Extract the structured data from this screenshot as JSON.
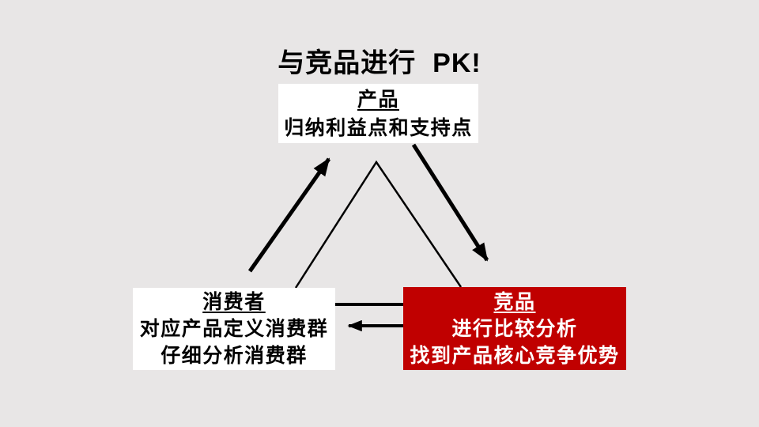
{
  "slide": {
    "title": "与竞品进行  PK!",
    "nodes": {
      "product": {
        "heading": "产品",
        "line1": "归纳利益点和支持点"
      },
      "consumer": {
        "heading": "消费者",
        "line1": "对应产品定义消费群",
        "line2": "仔细分析消费群"
      },
      "competitor": {
        "heading": "竞品",
        "line1": "进行比较分析",
        "line2": "找到产品核心竞争优势"
      }
    },
    "colors": {
      "background": "#E8E6E6",
      "node_fill": "#FFFFFF",
      "competitor_fill": "#C00000",
      "text": "#000000",
      "competitor_text": "#FFFFFF",
      "connector": "#000000"
    }
  }
}
